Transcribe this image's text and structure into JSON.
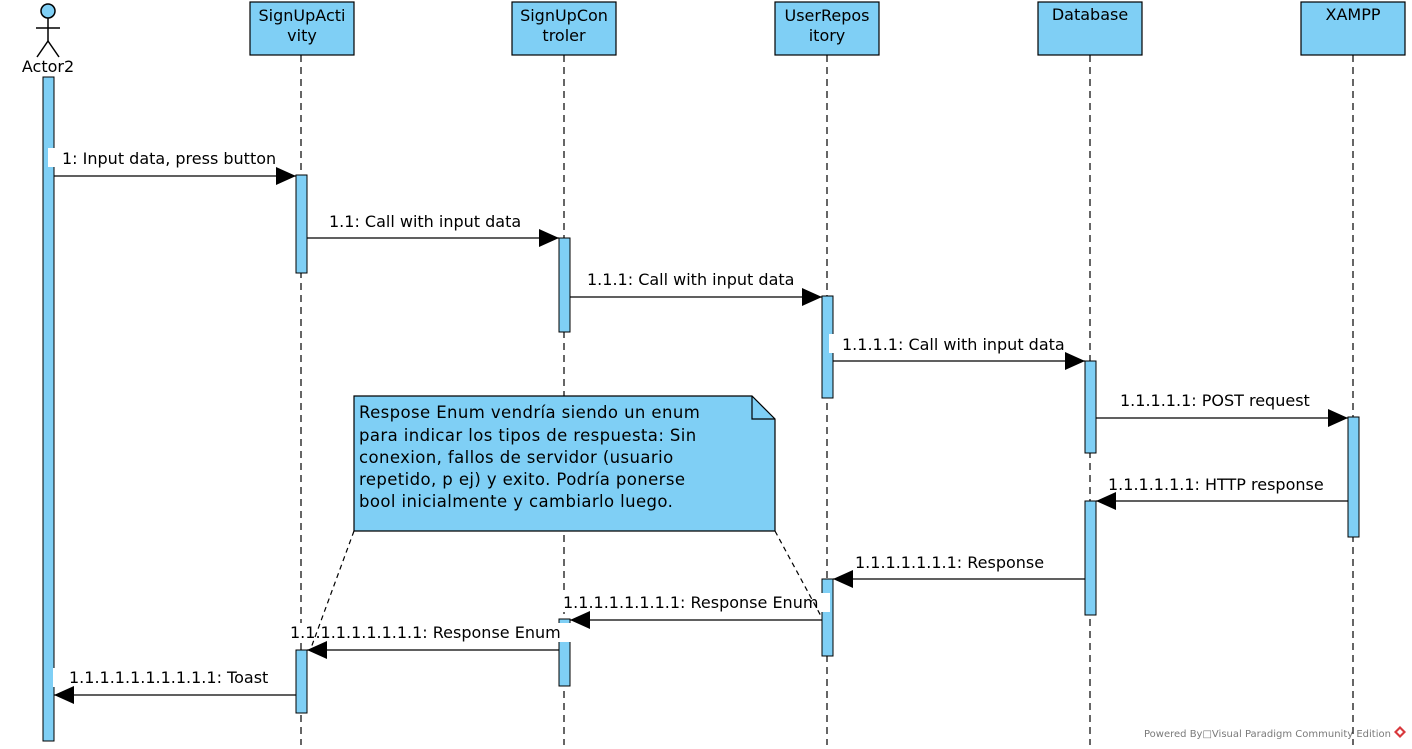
{
  "diagram": {
    "actor": {
      "name": "Actor2"
    },
    "lifelines": [
      {
        "id": "signup_activity",
        "label_lines": [
          "SignUpActi",
          "vity"
        ]
      },
      {
        "id": "signup_controler",
        "label_lines": [
          "SignUpCon",
          "troler"
        ]
      },
      {
        "id": "user_repository",
        "label_lines": [
          "UserRepos",
          "itory"
        ]
      },
      {
        "id": "database",
        "label_lines": [
          "Database"
        ]
      },
      {
        "id": "xampp",
        "label_lines": [
          "XAMPP"
        ]
      }
    ],
    "messages": [
      {
        "id": "m1",
        "label": "1: Input data, press button"
      },
      {
        "id": "m2",
        "label": "1.1: Call with input data"
      },
      {
        "id": "m3",
        "label": "1.1.1: Call with input data"
      },
      {
        "id": "m4",
        "label": "1.1.1.1: Call with input data"
      },
      {
        "id": "m5",
        "label": "1.1.1.1.1: POST request"
      },
      {
        "id": "m6",
        "label": "1.1.1.1.1.1: HTTP response"
      },
      {
        "id": "m7",
        "label": "1.1.1.1.1.1.1: Response"
      },
      {
        "id": "m8",
        "label": "1.1.1.1.1.1.1.1: Response Enum"
      },
      {
        "id": "m9",
        "label": "1.1.1.1.1.1.1.1.1: Response Enum"
      },
      {
        "id": "m10",
        "label": "1.1.1.1.1.1.1.1.1.1: Toast"
      }
    ],
    "note": {
      "lines": [
        "Respose Enum vendría siendo un enum",
        "para indicar los tipos de respuesta: Sin",
        "conexion, fallos de servidor (usuario",
        "repetido, p ej) y exito. Podría ponerse",
        "bool inicialmente y cambiarlo luego."
      ]
    },
    "footer": "Powered By□Visual Paradigm Community Edition"
  },
  "colors": {
    "box_fill": "#7fcff5",
    "line": "#000000",
    "footer_diamond": "#d8383c"
  }
}
